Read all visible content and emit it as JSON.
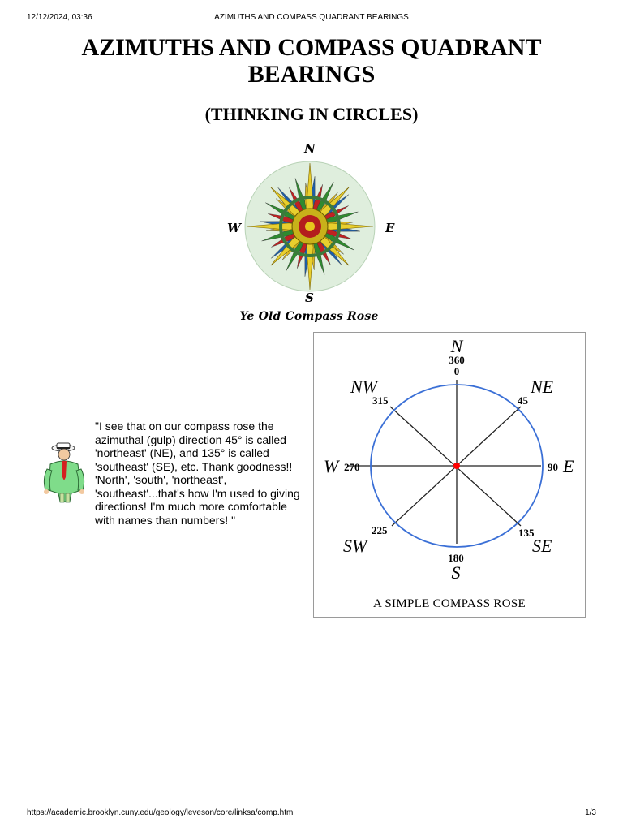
{
  "print_header": {
    "date": "12/12/2024, 03:36",
    "title": "AZIMUTHS AND COMPASS QUADRANT BEARINGS"
  },
  "print_footer": {
    "url": "https://academic.brooklyn.cuny.edu/geology/leveson/core/linksa/comp.html",
    "page": "1/3"
  },
  "main_title": "AZIMUTHS AND COMPASS QUADRANT BEARINGS",
  "subtitle": "(THINKING IN CIRCLES)",
  "old_rose": {
    "north": "N",
    "south": "S",
    "east": "E",
    "west": "W",
    "caption": "Ye Old Compass Rose"
  },
  "simple_rose": {
    "caption": "A SIMPLE COMPASS ROSE",
    "directions": {
      "n": "N",
      "ne": "NE",
      "e": "E",
      "se": "SE",
      "s": "S",
      "sw": "SW",
      "w": "W",
      "nw": "NW"
    },
    "degrees": {
      "n_top": "360",
      "n_bottom": "0",
      "ne": "45",
      "e": "90",
      "se": "135",
      "s": "180",
      "sw": "225",
      "w": "270",
      "nw": "315"
    },
    "colors": {
      "circle": "#3a6fd6",
      "center": "#ff0000"
    }
  },
  "quote": "\"I see that on our compass rose the azimuthal (gulp) direction 45° is called 'northeast' (NE), and 135° is called 'southeast' (SE), etc. Thank goodness!! 'North', 'south', 'northeast', 'southeast'...that's how I'm used to giving directions! I'm much more comfortable with names than numbers! \""
}
